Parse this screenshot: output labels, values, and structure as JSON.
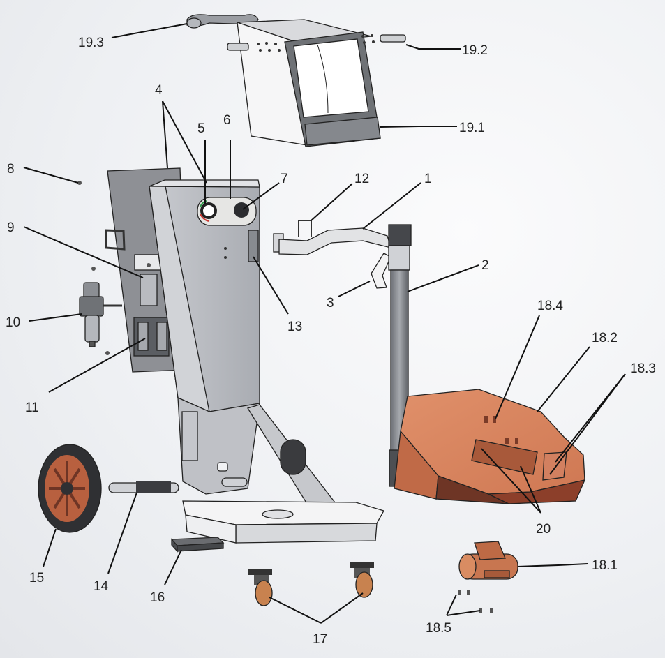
{
  "diagram": {
    "type": "exploded-parts-view",
    "colors": {
      "steel": "#b9bcc2",
      "steel_dark": "#8d9096",
      "steel_light": "#dcdee2",
      "panel": "#8f9196",
      "copper": "#d9845e",
      "copper_dark": "#6e3525",
      "copper_mid": "#b8603f",
      "tyre": "#2f3033",
      "background": "#eef0f3"
    },
    "callouts": [
      {
        "id": "1",
        "label": "1"
      },
      {
        "id": "2",
        "label": "2"
      },
      {
        "id": "3",
        "label": "3"
      },
      {
        "id": "4",
        "label": "4"
      },
      {
        "id": "5",
        "label": "5"
      },
      {
        "id": "6",
        "label": "6"
      },
      {
        "id": "7",
        "label": "7"
      },
      {
        "id": "8",
        "label": "8"
      },
      {
        "id": "9",
        "label": "9"
      },
      {
        "id": "10",
        "label": "10"
      },
      {
        "id": "11",
        "label": "11"
      },
      {
        "id": "12",
        "label": "12"
      },
      {
        "id": "13",
        "label": "13"
      },
      {
        "id": "14",
        "label": "14"
      },
      {
        "id": "15",
        "label": "15"
      },
      {
        "id": "16",
        "label": "16"
      },
      {
        "id": "17",
        "label": "17"
      },
      {
        "id": "18.1",
        "label": "18.1"
      },
      {
        "id": "18.2",
        "label": "18.2"
      },
      {
        "id": "18.3",
        "label": "18.3"
      },
      {
        "id": "18.4",
        "label": "18.4"
      },
      {
        "id": "18.5",
        "label": "18.5"
      },
      {
        "id": "19.1",
        "label": "19.1"
      },
      {
        "id": "19.2",
        "label": "19.2"
      },
      {
        "id": "19.3",
        "label": "19.3"
      },
      {
        "id": "20",
        "label": "20"
      }
    ]
  }
}
